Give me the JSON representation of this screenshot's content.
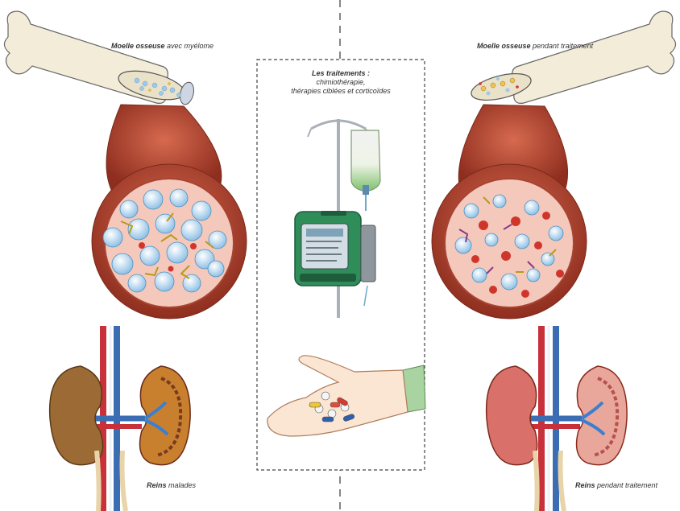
{
  "left": {
    "marrow_title_bold": "Moelle osseuse",
    "marrow_title_rest": " avec myélome",
    "kidney_title_bold": "Reins",
    "kidney_title_rest": " malades"
  },
  "center": {
    "title": "Les traitements :",
    "line1": "chimiothérapie,",
    "line2": "thérapies ciblées et corticoïdes"
  },
  "right": {
    "marrow_title_bold": "Moelle osseuse",
    "marrow_title_rest": " pendant traitement",
    "kidney_title_bold": "Reins",
    "kidney_title_rest": " pendant traitement"
  },
  "colors": {
    "marrow_red": "#b5452e",
    "myeloma_cell": "#cfe6f7",
    "kidney_sick": "#9b6a35",
    "kidney_treated": "#d9706a",
    "artery": "#c8303a",
    "vein": "#3b6db3",
    "pump_green": "#2f8d5a"
  }
}
